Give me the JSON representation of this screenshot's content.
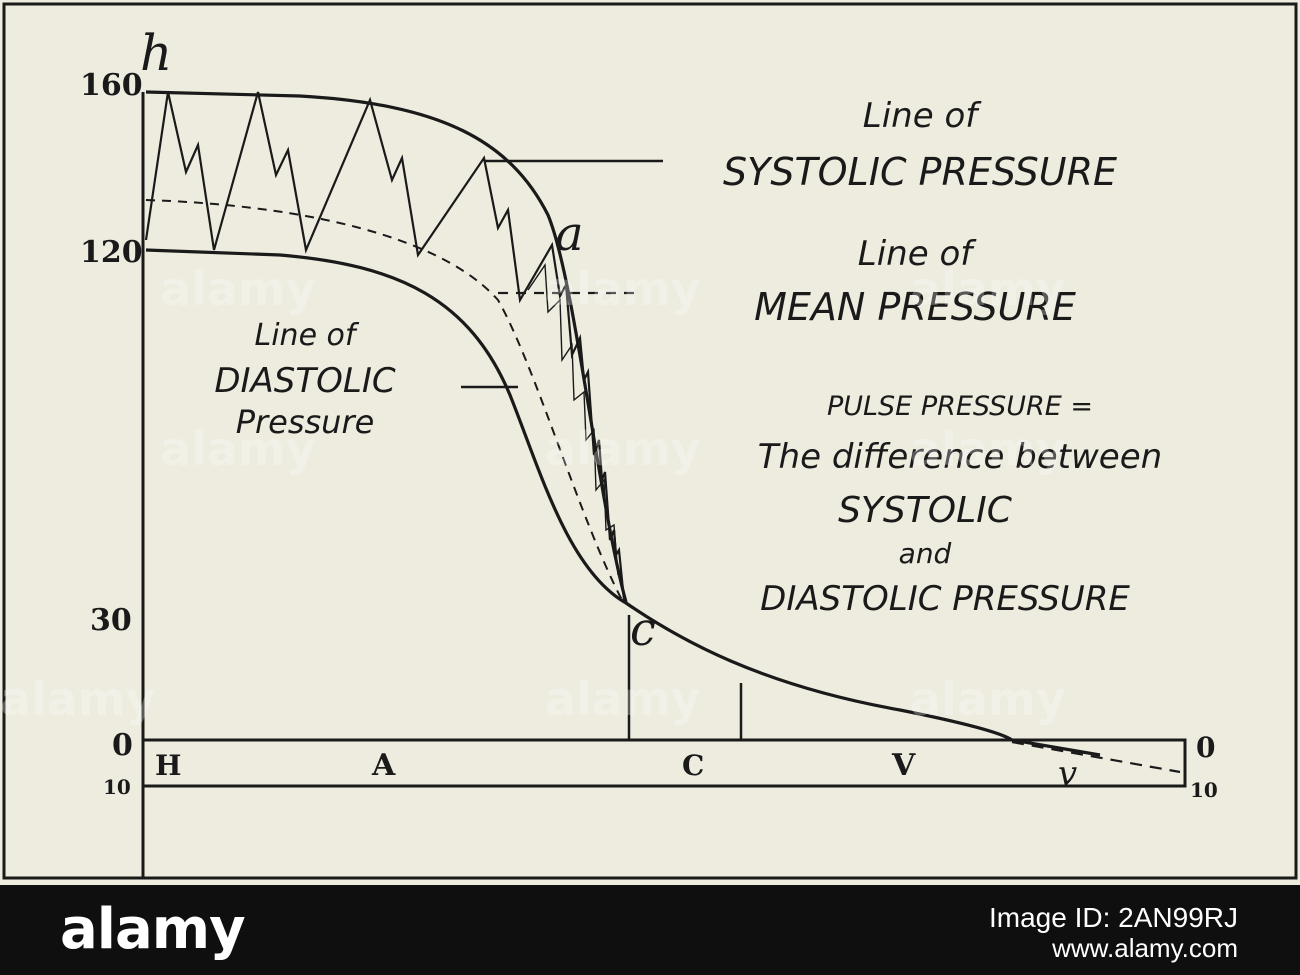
{
  "figure": {
    "y_labels": [
      "160",
      "120",
      "30",
      "0",
      "10"
    ],
    "right_labels": [
      "0",
      "10"
    ],
    "point_labels": {
      "h": "h",
      "a": "a",
      "c": "c",
      "v": "v"
    },
    "segments": [
      "H",
      "A",
      "C",
      "V"
    ],
    "systolic": {
      "line1": "Line of",
      "line2": "SYSTOLIC PRESSURE"
    },
    "mean": {
      "line1": "Line of",
      "line2": "MEAN PRESSURE"
    },
    "diastolic": {
      "line1": "Line of",
      "line2": "DIASTOLIC",
      "line3": "Pressure"
    },
    "pulse": {
      "line1": "PULSE PRESSURE =",
      "line2": "The difference between",
      "line3": "SYSTOLIC",
      "line4": "and",
      "line5": "DIASTOLIC PRESSURE"
    }
  },
  "watermark": "alamy",
  "footer": {
    "logo": "alamy",
    "image_id": "Image ID: 2AN99RJ",
    "url": "www.alamy.com"
  }
}
